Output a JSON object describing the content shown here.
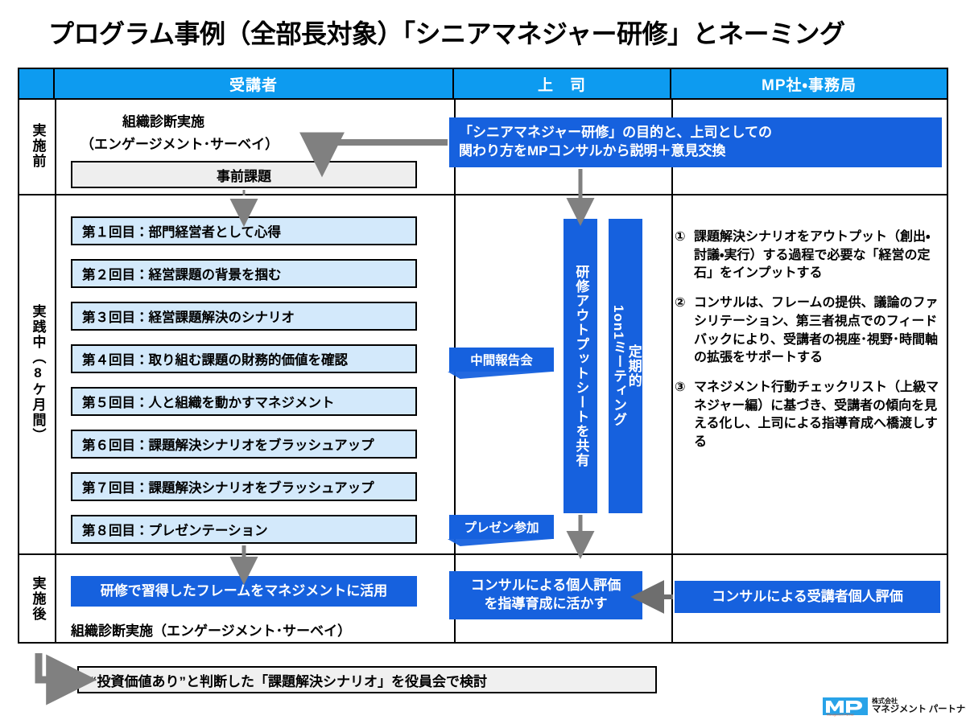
{
  "title": "プログラム事例（全部長対象）「シニアマネジャー研修」とネーミング",
  "table": {
    "headers": {
      "corner": "",
      "participants": "受講者",
      "supervisor": "上　司",
      "mp": "MP社・事務局"
    },
    "row_labels": {
      "before": "実施前",
      "during": "実践中（8ケ月間）",
      "after": "実施後"
    }
  },
  "before": {
    "survey_label_line1": "組織診断実施",
    "survey_label_line2": "（エンゲージメント･サーベイ）",
    "pre_assignment": "事前課題",
    "supervisor_box_line1": "「シニアマネジャー研修」の目的と、上司としての",
    "supervisor_box_line2": "関わり方をMPコンサルから説明＋意見交換"
  },
  "sessions": [
    "第１回目：部門経営者として心得",
    "第２回目：経営課題の背景を掴む",
    "第３回目：経営課題解決のシナリオ",
    "第４回目：取り組む課題の財務的価値を確認",
    "第５回目：人と組織を動かすマネジメント",
    "第６回目：課題解決シナリオをブラッシュアップ",
    "第７回目：課題解決シナリオをブラッシュアップ",
    "第８回目：プレゼンテーション"
  ],
  "supervisor_during": {
    "tag_interim": "中間報告会",
    "tag_presentation": "プレゼン参加",
    "bar_output_sheet": "研修アウトプットシートを共有",
    "bar_meeting_prefix": "定期的",
    "bar_meeting_main": "1on1ミーティング"
  },
  "mp_during": [
    {
      "num": "①",
      "text": "課題解決シナリオをアウトプット（創出・討議・実行）する過程で必要な「経営の定石」をインプットする"
    },
    {
      "num": "②",
      "text": "コンサルは、フレームの提供、議論のファシリテーション、第三者視点でのフィードバックにより、受講者の視座･視野･時間軸の拡張をサポートする"
    },
    {
      "num": "③",
      "text": "マネジメント行動チェックリスト（上級マネジャー編）に基づき、受講者の傾向を見える化し、上司による指導育成へ橋渡しする"
    }
  ],
  "after": {
    "participant_box": "研修で習得したフレームをマネジメントに活用",
    "participant_note": "組織診断実施（エンゲージメント･サーベイ）",
    "supervisor_box_line1": "コンサルによる個人評価",
    "supervisor_box_line2": "を指導育成に活かす",
    "mp_box": "コンサルによる受講者個人評価"
  },
  "footer": {
    "note": "“投資価値あり”と判断した「課題解決シナリオ」を役員会で検討"
  },
  "logo": {
    "mark": "MP",
    "line1": "株式会社",
    "line2": "マネジメント パートナー"
  },
  "colors": {
    "header_blue": "#0d9bf0",
    "royal_blue": "#1661de",
    "light_blue": "#d3e9fb",
    "grey_fill": "#eeeeee",
    "arrow_grey": "#808080",
    "border_black": "#000000"
  }
}
